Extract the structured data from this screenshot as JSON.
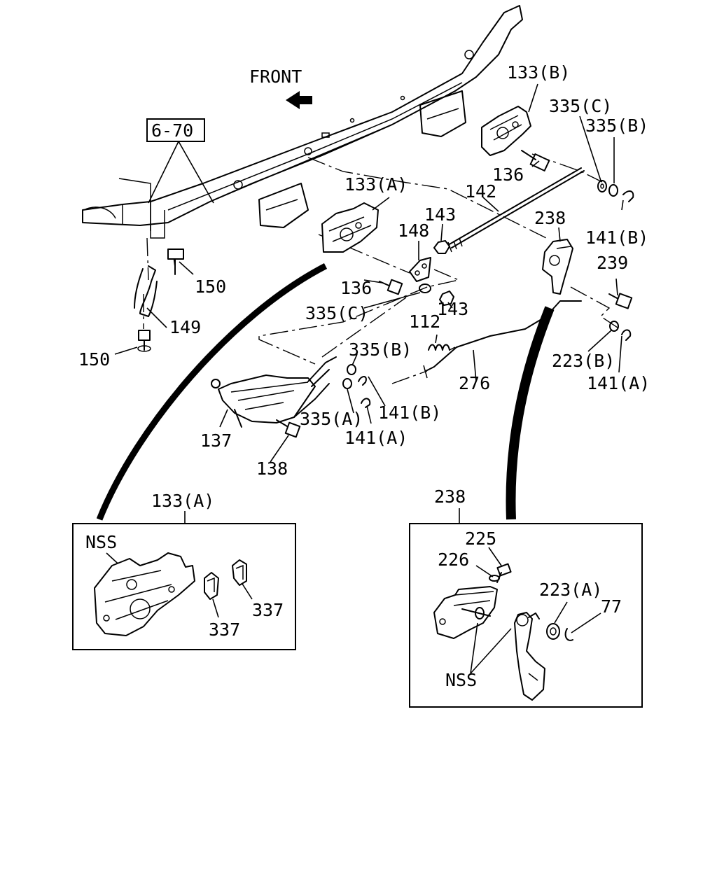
{
  "direction": "FRONT",
  "ref_box": "6-70",
  "callouts": {
    "c133b": "133(B)",
    "c335c_top": "335(C)",
    "c335b_top": "335(B)",
    "c133a": "133(A)",
    "c142": "142",
    "c136_top": "136",
    "c143_top": "143",
    "c148": "148",
    "c238": "238",
    "c141b_right": "141(B)",
    "c239": "239",
    "c150_upper": "150",
    "c136_mid": "136",
    "c335c_mid": "335(C)",
    "c143_mid": "143",
    "c149": "149",
    "c112": "112",
    "c335b_mid": "335(B)",
    "c276": "276",
    "c223b": "223(B)",
    "c141a_right": "141(A)",
    "c150_lower": "150",
    "c137": "137",
    "c335a": "335(A)",
    "c141b_mid": "141(B)",
    "c141a_mid": "141(A)",
    "c138": "138"
  },
  "detail_left": {
    "title": "133(A)",
    "nss": "NSS",
    "part_a": "337",
    "part_b": "337"
  },
  "detail_right": {
    "title": "238",
    "p225": "225",
    "p226": "226",
    "p223a": "223(A)",
    "p77": "77",
    "nss": "NSS"
  }
}
